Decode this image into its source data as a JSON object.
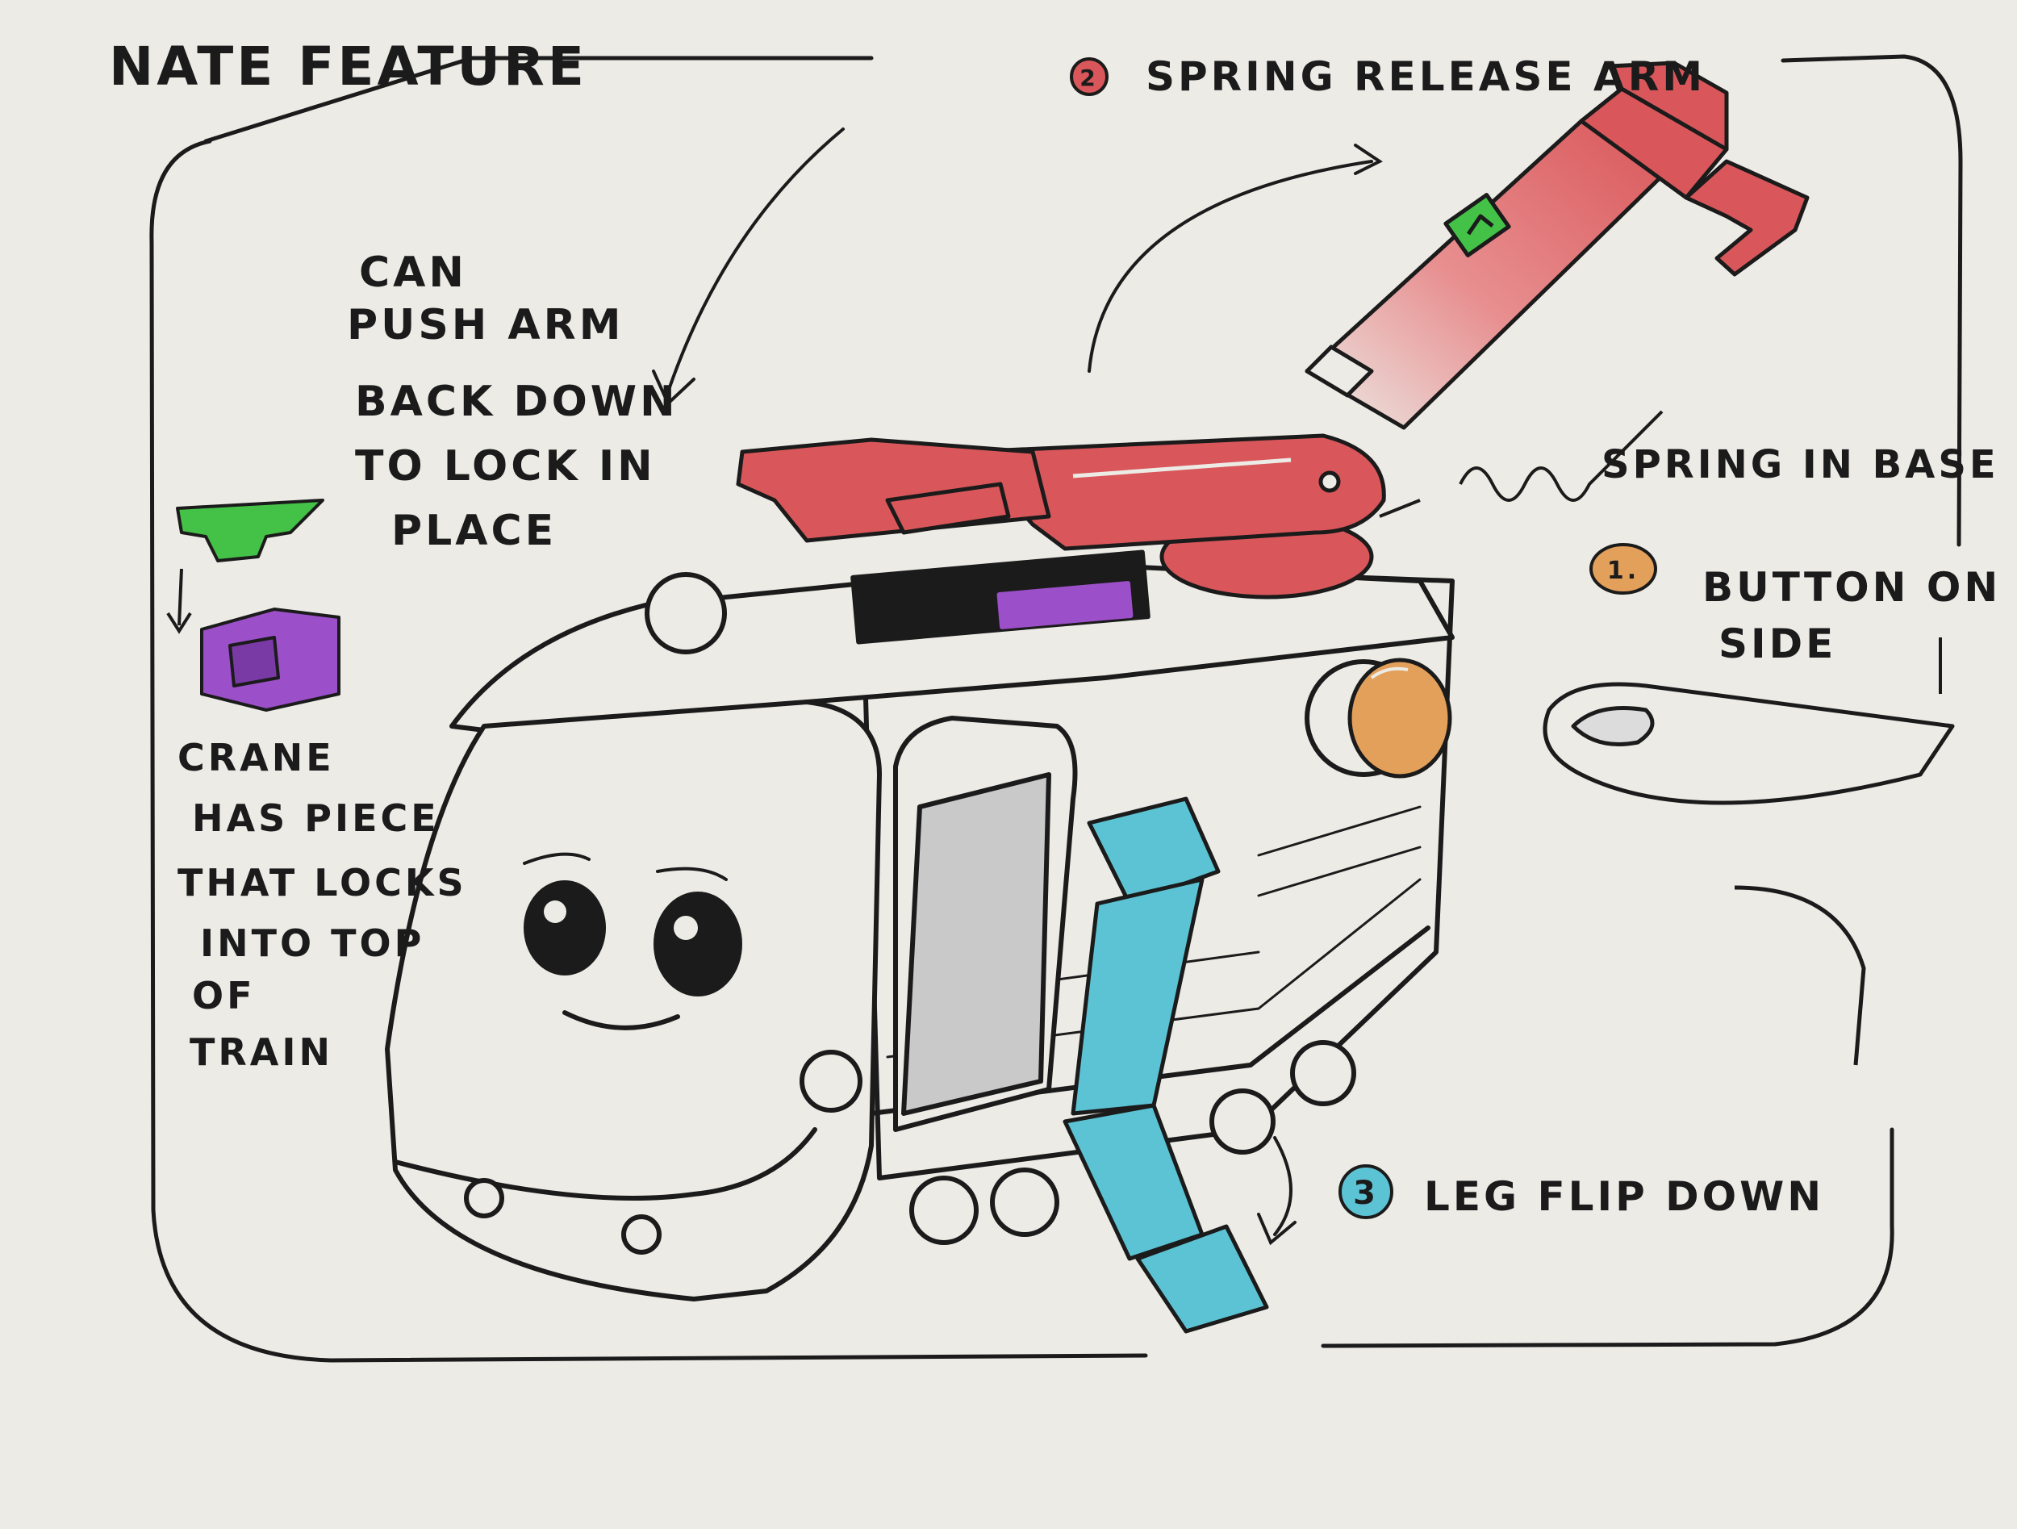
{
  "sheet": {
    "title": "NATE FEATURE",
    "colors": {
      "paper": "#ecebe6",
      "ink": "#1b1b1b",
      "crane_red": "#d9575a",
      "button_orange": "#e3a05b",
      "leg_cyan": "#5cc3d4",
      "lock_green": "#44c247",
      "lock_purple": "#9b4fc9",
      "hull_gray": "#c9c9c9"
    }
  },
  "callouts": {
    "button": {
      "number": "1.",
      "label_line1": "BUTTON ON",
      "label_line2": "SIDE"
    },
    "arm": {
      "number": "2",
      "label": "SPRING RELEASE ARM"
    },
    "leg": {
      "number": "3",
      "label": "LEG FLIP DOWN"
    }
  },
  "notes": {
    "push_arm": [
      "CAN",
      "PUSH ARM",
      "BACK DOWN",
      "TO LOCK IN",
      "PLACE"
    ],
    "spring": "SPRING IN BASE",
    "crane_lock": [
      "CRANE",
      "HAS PIECE",
      "THAT LOCKS",
      "INTO TOP",
      "OF",
      "TRAIN"
    ]
  },
  "icons": {
    "crane_piece": "green-lock-piece-icon",
    "top_slot": "purple-socket-icon",
    "spring": "coil-spring-icon",
    "hand": "finger-pressing-button"
  }
}
